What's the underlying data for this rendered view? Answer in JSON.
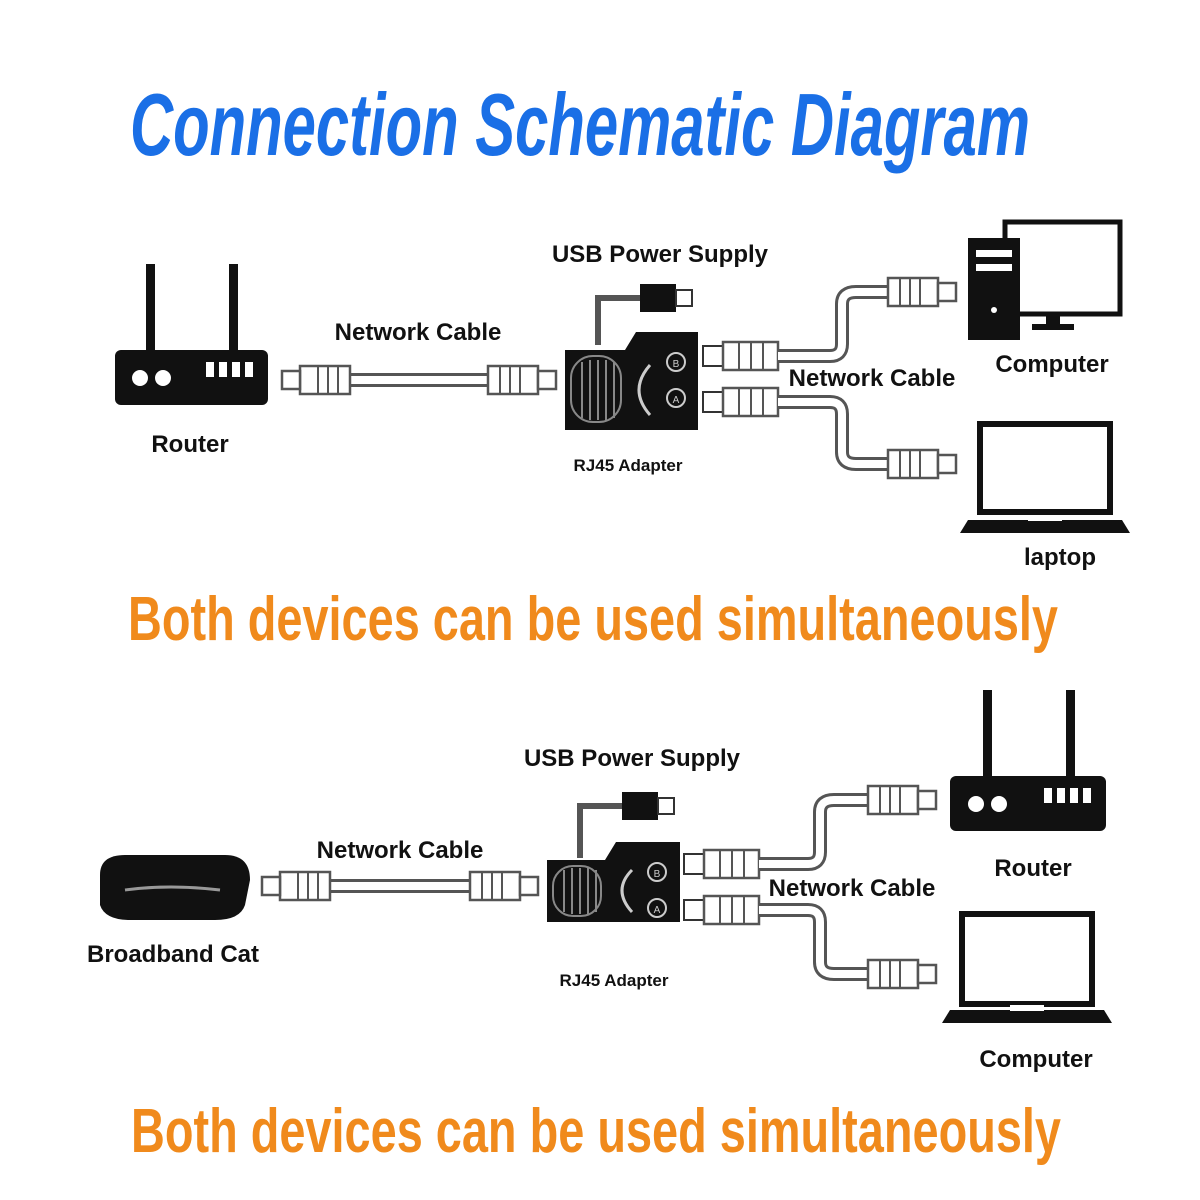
{
  "title": "Connection Schematic Diagram",
  "colors": {
    "title": "#1a6fe6",
    "slogan": "#f08a1c",
    "device": "#111111",
    "cable": "#bcbcbc"
  },
  "top": {
    "source_label": "Router",
    "cable_in_label": "Network Cable",
    "power_label": "USB Power Supply",
    "adapter_label": "RJ45 Adapter",
    "cable_out_label": "Network Cable",
    "device_a_label": "Computer",
    "device_b_label": "laptop",
    "slogan": "Both devices can be used simultaneously",
    "icons": {
      "source": "router-icon",
      "device_a": "desktop-computer-icon",
      "device_b": "laptop-icon"
    }
  },
  "bottom": {
    "source_label": "Broadband Cat",
    "cable_in_label": "Network Cable",
    "power_label": "USB Power Supply",
    "adapter_label": "RJ45 Adapter",
    "cable_out_label": "Network Cable",
    "device_a_label": "Router",
    "device_b_label": "Computer",
    "slogan": "Both devices can be used simultaneously",
    "icons": {
      "source": "broadband-modem-icon",
      "device_a": "router-icon",
      "device_b": "laptop-icon"
    }
  }
}
